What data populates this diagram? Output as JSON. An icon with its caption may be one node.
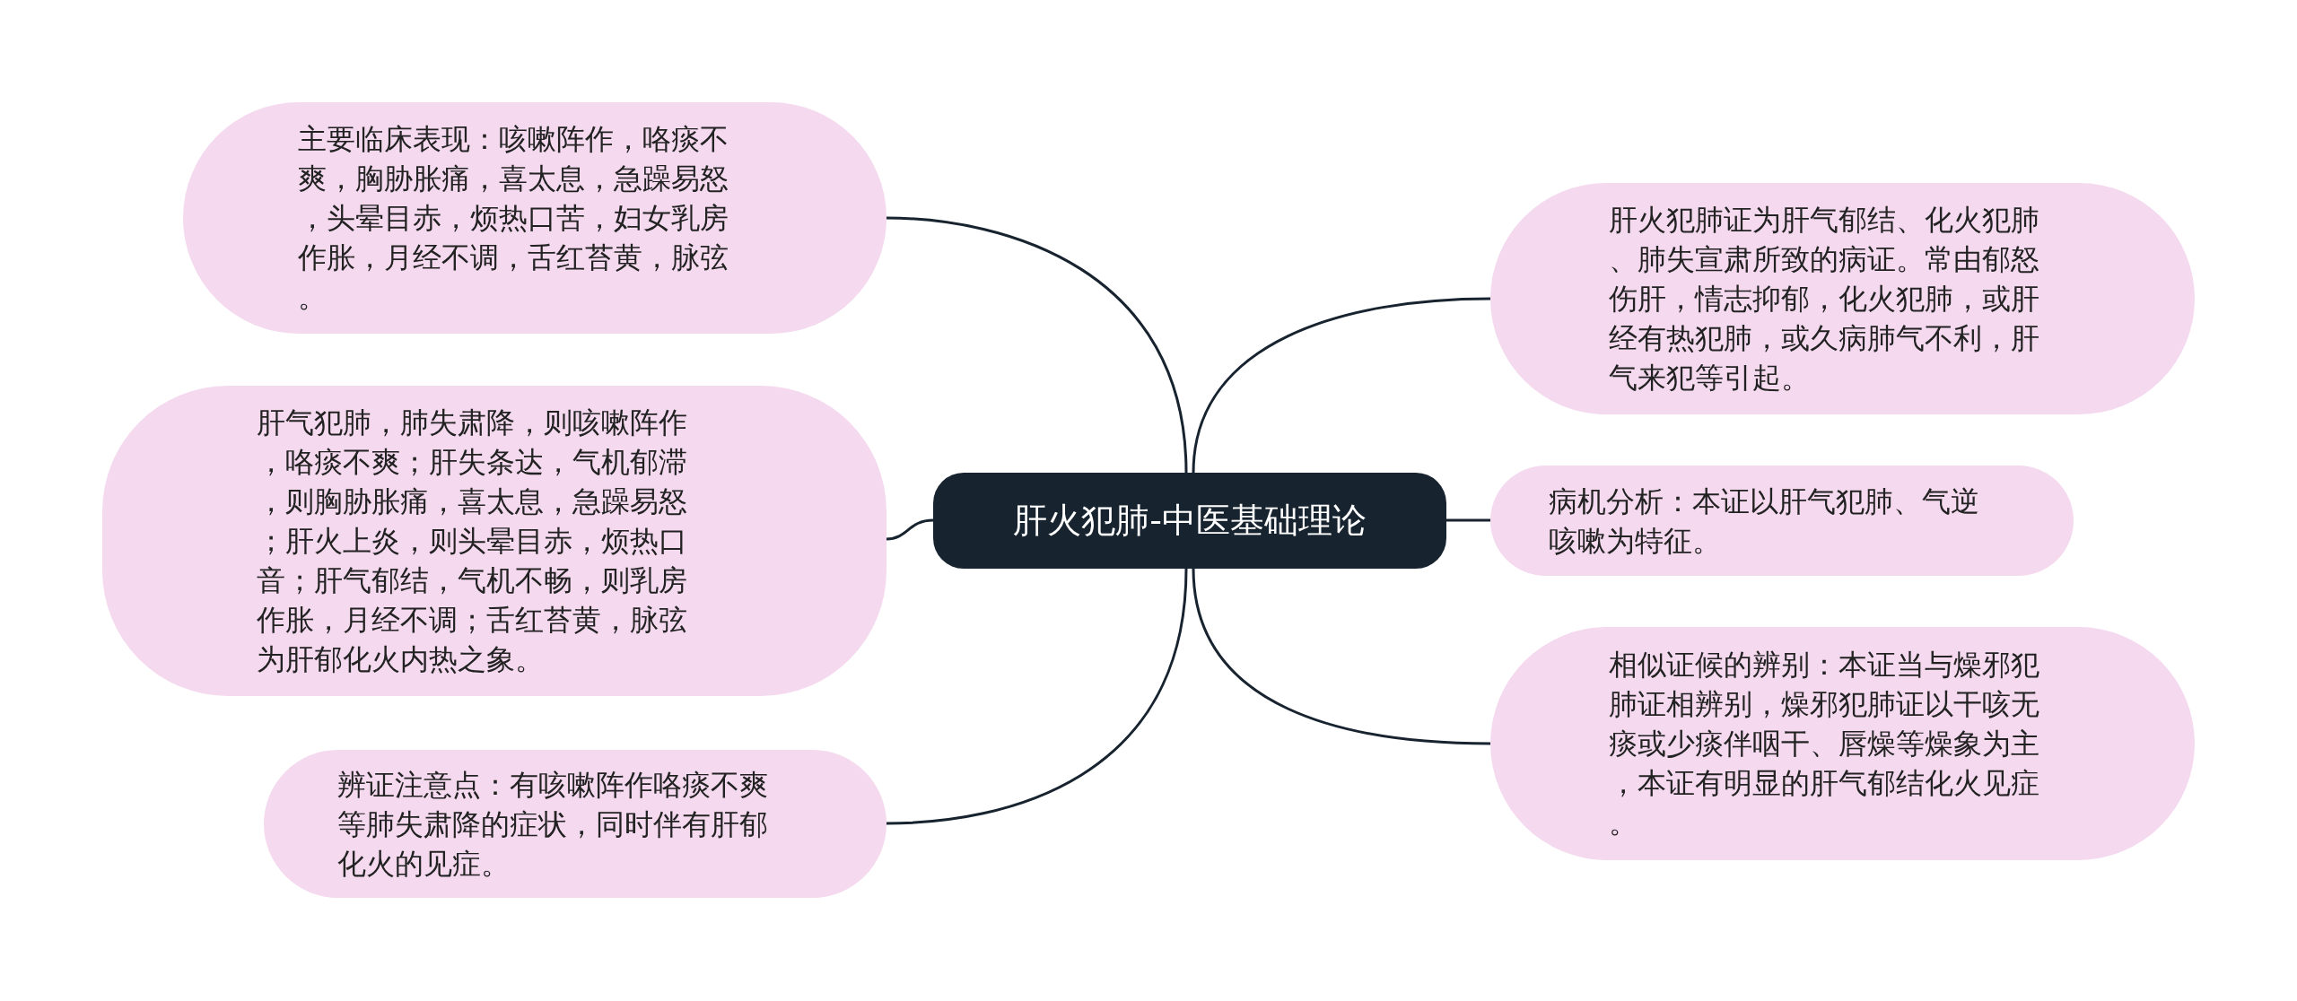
{
  "diagram": {
    "nodes": [
      {
        "text": [
          "肝火犯肺-中医基础理论"
        ]
      },
      {
        "text": [
          "主要临床表现：咳嗽阵作，咯痰不爽，胸胁胀痛，喜太息，急躁易怒，头晕目赤，烦热口苦，妇女乳房作胀，月经不调，舌红苔黄，脉弦。"
        ]
      },
      {
        "text": [
          "肝气犯肺，肺失肃降，则咳嗽阵作，咯痰不爽；肝失条达，气机郁滞，则胸胁胀痛，喜太息，急躁易怒；肝火上炎，则头晕目赤，烦热口音；肝气郁结，气机不畅，则乳房作胀，月经不调；舌红苔黄，脉弦为肝郁化火内热之象。"
        ]
      },
      {
        "text": [
          "辨证注意点：有咳嗽阵作咯痰不爽等肺失肃降的症状，同时伴有肝郁化火的见症。"
        ]
      },
      {
        "text": [
          "肝火犯肺证为肝气郁结、化火犯肺、肺失宣肃所致的病证。常由郁怒伤肝，情志抑郁，化火犯肺，或肝经有热犯肺，或久病肺气不利，肝气来犯等引起。"
        ]
      },
      {
        "text": [
          "病机分析：本证以肝气犯肺、气逆咳嗽为特征。"
        ]
      },
      {
        "text": [
          "相似证候的辨别：本证当与燥邪犯肺证相辨别，燥邪犯肺证以干咳无痰或少痰伴咽干、唇燥等燥象为主，本证有明显的肝气郁结化火见症。"
        ]
      }
    ],
    "edges": [
      {
        "from": 0,
        "to": 1,
        "arrow": "none"
      },
      {
        "from": 0,
        "to": 2,
        "arrow": "none"
      },
      {
        "from": 0,
        "to": 3,
        "arrow": "none"
      },
      {
        "from": 0,
        "to": 4,
        "arrow": "none"
      },
      {
        "from": 0,
        "to": 5,
        "arrow": "none"
      },
      {
        "from": 0,
        "to": 6,
        "arrow": "none"
      }
    ]
  }
}
